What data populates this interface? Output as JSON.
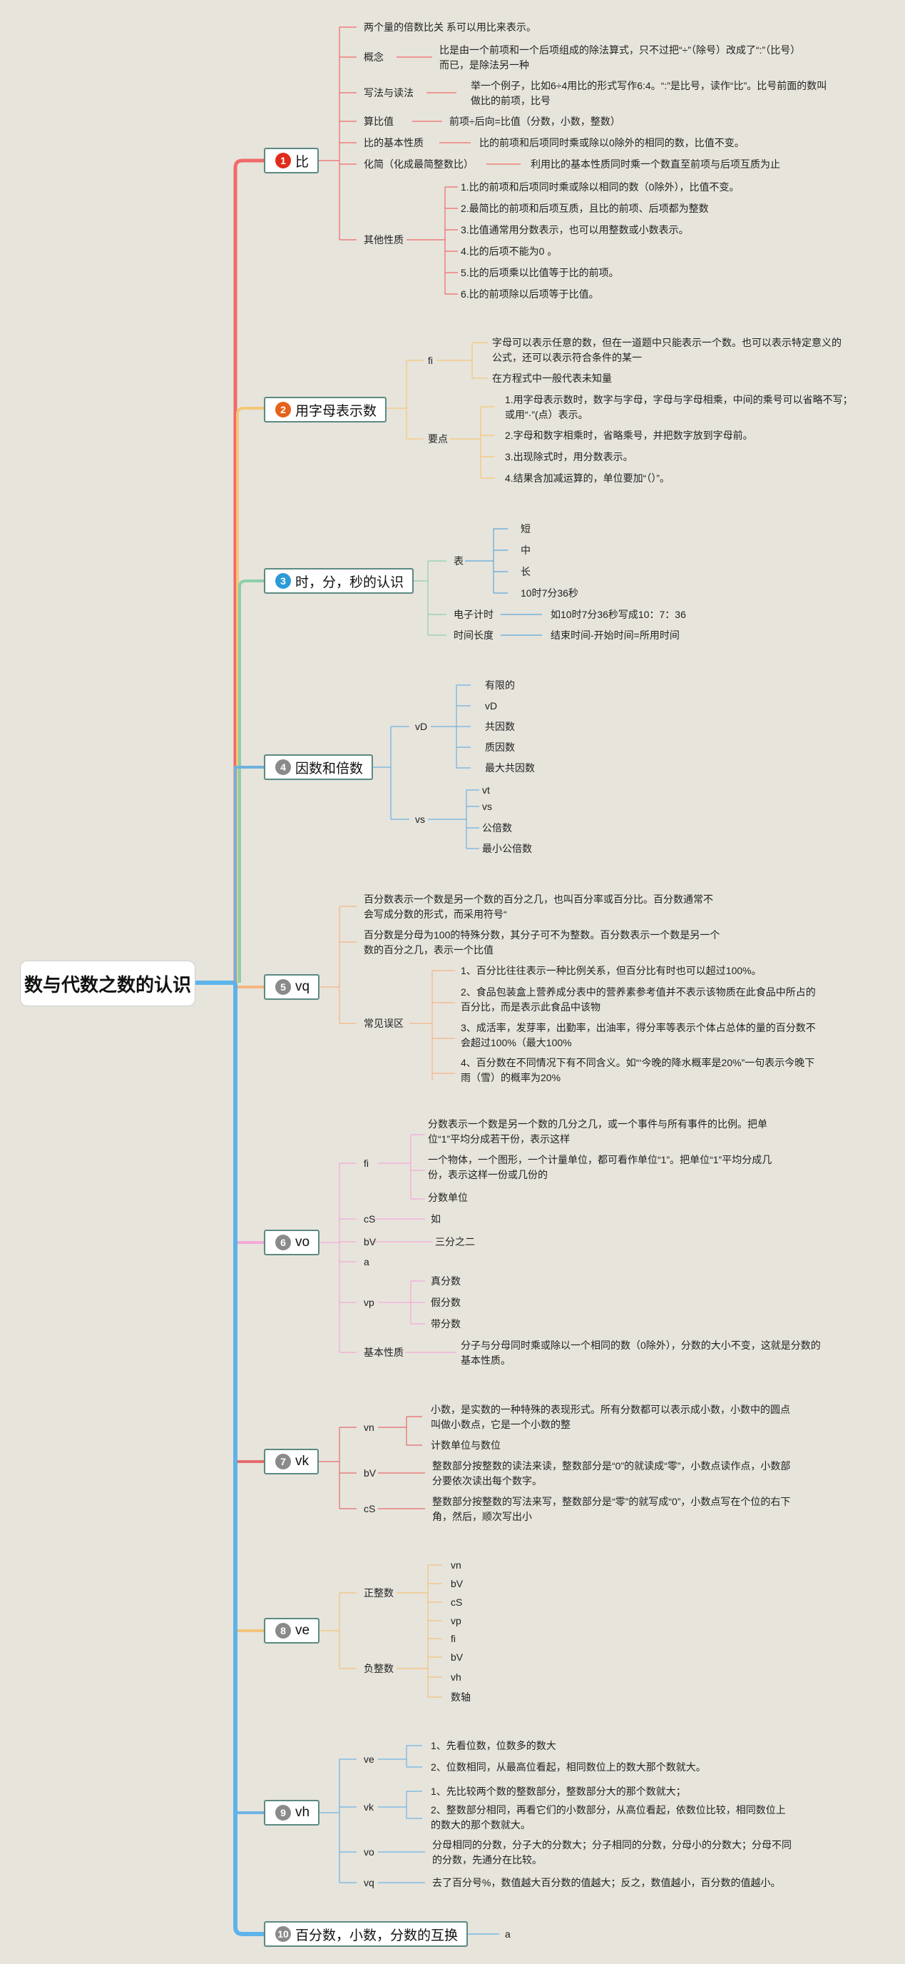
{
  "colors": {
    "line_1": "#f06a6a",
    "line_2": "#f5c677",
    "line_3": "#8dcfa8",
    "line_4": "#6fb1de",
    "line_5": "#f5b583",
    "line_6": "#f4a9d8",
    "line_7": "#e56b6b",
    "line_8": "#f4c27a",
    "line_9": "#6fb3e3",
    "spine": "#5db4ea",
    "num_1": "#e02b1b",
    "num_2": "#e5621c",
    "num_3": "#2b9bd8",
    "num_other": "#8a8a8a"
  },
  "root": "数与代数之数的认识",
  "branches": [
    {
      "num": "1",
      "label": "比",
      "leaves": {
        "a": "两个量的倍数比关 系可以用比来表示。",
        "b": "概念",
        "b1": "比是由一个前项和一个后项组成的除法算式，只不过把“÷”（除号）改成了“:”（比号）而已，是除法另一种",
        "c": "写法与读法",
        "c1": "举一个例子，比如6÷4用比的形式写作6:4。“:”是比号，读作“比”。比号前面的数叫做比的前项，比号",
        "d": "算比值",
        "d1": "前项÷后向=比值（分数，小数，整数）",
        "e": "比的基本性质",
        "e1": "比的前项和后项同时乘或除以0除外的相同的数，比值不变。",
        "f": "化简（化成最简整数比）",
        "f1": "利用比的基本性质同时乘一个数直至前项与后项互质为止",
        "g": "其他性质",
        "g1": "1.比的前项和后项同时乘或除以相同的数（0除外），比值不变。",
        "g2": "2.最简比的前项和后项互质，且比的前项、后项都为整数",
        "g3": "3.比值通常用分数表示，也可以用整数或小数表示。",
        "g4": "4.比的后项不能为0 。",
        "g5": "5.比的后项乘以比值等于比的前项。",
        "g6": "6.比的前项除以后项等于比值。"
      }
    },
    {
      "num": "2",
      "label": "用字母表示数",
      "leaves": {
        "a": "fi",
        "a1": "字母可以表示任意的数，但在一道题中只能表示一个数。也可以表示特定意义的公式，还可以表示符合条件的某一",
        "a2": "在方程式中一般代表未知量",
        "b": "要点",
        "b1": "1.用字母表示数时，数字与字母，字母与字母相乘，中间的乘号可以省略不写；或用“·”(点）表示。",
        "b2": "2.字母和数字相乘时，省略乘号，并把数字放到字母前。",
        "b3": "3.出现除式时，用分数表示。",
        "b4": "4.结果含加减运算的，单位要加“（）”。"
      }
    },
    {
      "num": "3",
      "label": "时，分，秒的认识",
      "leaves": {
        "a": "表",
        "a1": "短",
        "a2": "中",
        "a3": "长",
        "a4": "10时7分36秒",
        "b": "电子计时",
        "b1": "如10时7分36秒写成10：7：36",
        "c": "时间长度",
        "c1": "结束时间-开始时间=所用时间"
      }
    },
    {
      "num": "4",
      "label": "因数和倍数",
      "leaves": {
        "a": "vD",
        "a1": "有限的",
        "a2": "vD",
        "a3": "共因数",
        "a4": "质因数",
        "a5": "最大共因数",
        "b": "vs",
        "b1": "vt",
        "b2": "vs",
        "b3": "公倍数",
        "b4": "最小公倍数"
      }
    },
    {
      "num": "5",
      "label": "vq",
      "leaves": {
        "a": "百分数表示一个数是另一个数的百分之几，也叫百分率或百分比。百分数通常不会写成分数的形式，而采用符号“",
        "b": "百分数是分母为100的特殊分数，其分子可不为整数。百分数表示一个数是另一个数的百分之几，表示一个比值",
        "c": "常见误区",
        "c1": "1、百分比往往表示一种比例关系，但百分比有时也可以超过100%。",
        "c2": "2、食品包装盒上营养成分表中的营养素参考值并不表示该物质在此食品中所占的百分比，而是表示此食品中该物",
        "c3": "3、成活率，发芽率，出勤率，出油率，得分率等表示个体占总体的量的百分数不会超过100%（最大100%",
        "c4": "4、百分数在不同情况下有不同含义。如“‘今晚的降水概率是20%”一句表示今晚下雨（雪）的概率为20%"
      }
    },
    {
      "num": "6",
      "label": "vo",
      "leaves": {
        "a": "fi",
        "a1": "分数表示一个数是另一个数的几分之几，或一个事件与所有事件的比例。把单位“1”平均分成若干份，表示这样",
        "a2": "一个物体，一个图形，一个计量单位，都可看作单位“1”。把单位“1”平均分成几份，表示这样一份或几份的",
        "a3": "分数单位",
        "b": "cS",
        "b1": "如",
        "c": "bV",
        "c1": "三分之二",
        "d": "a",
        "e": "vp",
        "e1": "真分数",
        "e2": "假分数",
        "e3": "带分数",
        "f": "基本性质",
        "f1": "分子与分母同时乘或除以一个相同的数（0除外），分数的大小不变，这就是分数的基本性质。"
      }
    },
    {
      "num": "7",
      "label": "vk",
      "leaves": {
        "a": "vn",
        "a1": "小数，是实数的一种特殊的表现形式。所有分数都可以表示成小数，小数中的圆点叫做小数点，它是一个小数的整",
        "a2": "计数单位与数位",
        "b": "bV",
        "b1": "整数部分按整数的读法来读，整数部分是“0”的就读成“零”，小数点读作点，小数部分要依次读出每个数字。",
        "c": "cS",
        "c1": "整数部分按整数的写法来写，整数部分是“零”的就写成“0”，小数点写在个位的右下角，然后，顺次写出小"
      }
    },
    {
      "num": "8",
      "label": "ve",
      "leaves": {
        "a": "正整数",
        "a1": "vn",
        "a2": "bV",
        "a3": "cS",
        "a4": "vp",
        "b": "负整数",
        "b1": "fi",
        "b2": "bV",
        "b3": "vh",
        "b4": "数轴"
      }
    },
    {
      "num": "9",
      "label": "vh",
      "leaves": {
        "a": "ve",
        "a1": "1、先看位数，位数多的数大",
        "a2": "2、位数相同，从最高位看起，相同数位上的数大那个数就大。",
        "b": "vk",
        "b1": "1、先比较两个数的整数部分，整数部分大的那个数就大；",
        "b2": "2、整数部分相同，再看它们的小数部分，从高位看起，依数位比较，相同数位上的数大的那个数就大。",
        "c": "vo",
        "c1": "分母相同的分数，分子大的分数大；分子相同的分数，分母小的分数大；分母不同的分数，先通分在比较。",
        "d": "vq",
        "d1": "去了百分号%，数值越大百分数的值越大；反之，数值越小，百分数的值越小。"
      }
    },
    {
      "num": "10",
      "label": "百分数，小数，分数的互换",
      "leaves": {
        "a": "a"
      }
    }
  ]
}
